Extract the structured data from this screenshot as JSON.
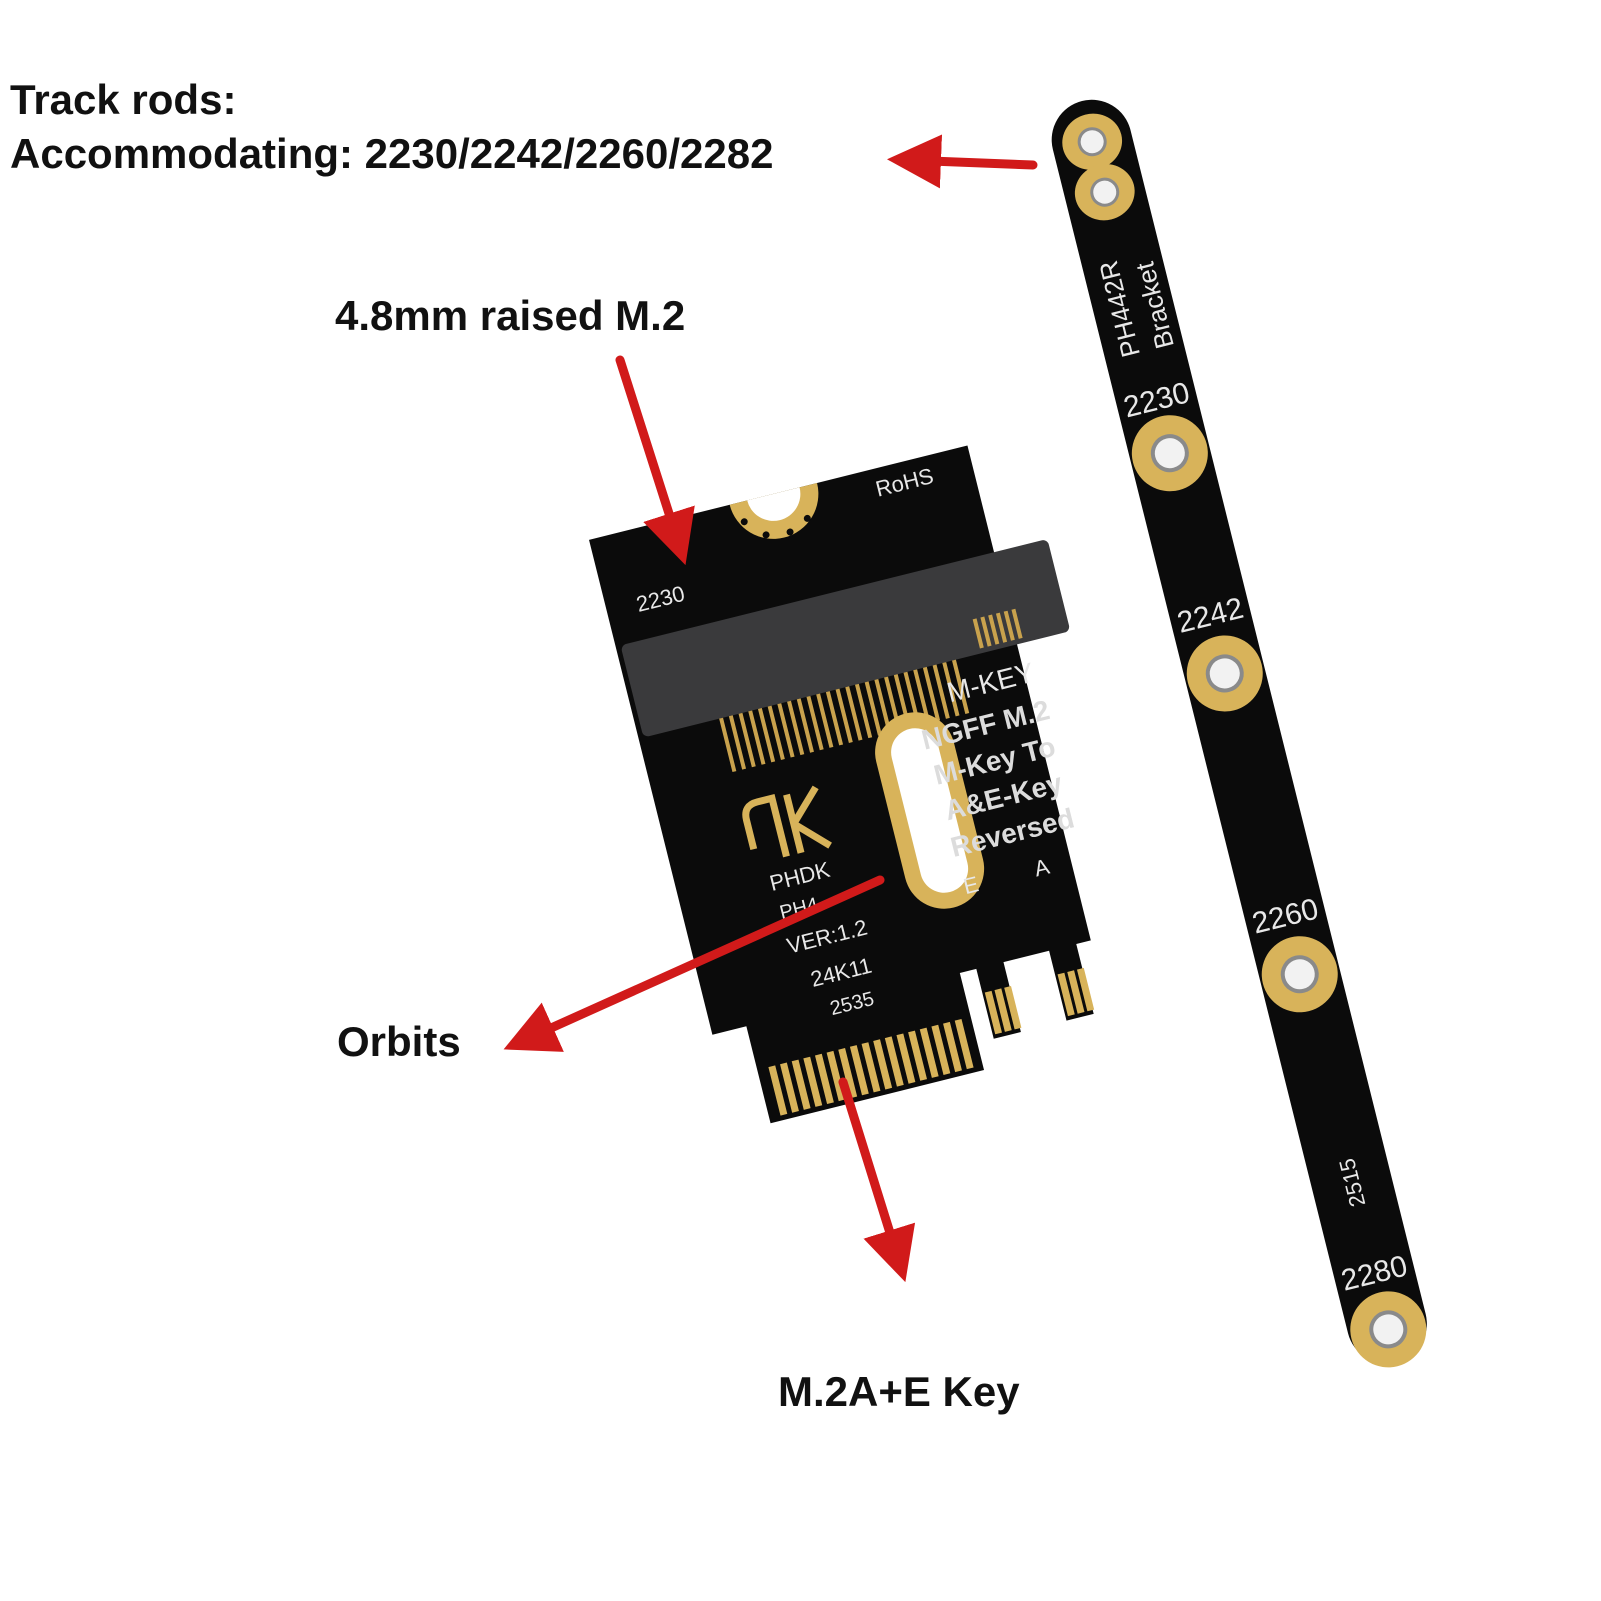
{
  "annotations": {
    "track_rods_title": "Track rods:",
    "track_rods_sizes": "Accommodating: 2230/2242/2260/2282",
    "raised": "4.8mm raised M.2",
    "orbits": "Orbits",
    "key": "M.2A+E Key"
  },
  "bracket": {
    "model": "PH442R",
    "name": "Bracket",
    "marks": [
      "2230",
      "2242",
      "2260",
      "2280"
    ],
    "code": "2515"
  },
  "adapter": {
    "rohs": "RoHS",
    "size": "2230",
    "slot_key": "M-KEY",
    "desc_lines": [
      "NGFF M.2",
      "M-Key To",
      "A&E-Key",
      "Reversed"
    ],
    "key_e": "E",
    "key_a": "A",
    "brand": "PHDK",
    "model_partial": "PH4",
    "version": "VER:1.2",
    "date": "24K11",
    "code": "2535"
  },
  "colors": {
    "pcb": "#0b0b0b",
    "gold": "#d8b35a",
    "arrow": "#d11a1a",
    "connector": "#3a3a3c"
  }
}
